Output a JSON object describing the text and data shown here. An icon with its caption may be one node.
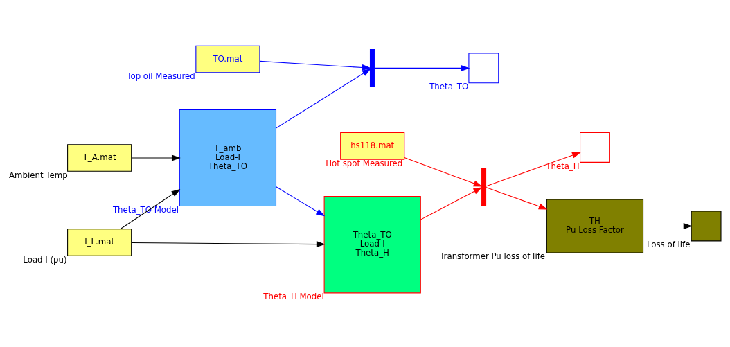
{
  "diagram": {
    "nodes": [
      {
        "text": [
          "TO.mat"
        ],
        "beside": [
          "Top oil Measured"
        ]
      },
      {
        "text": [],
        "shape": "bar"
      },
      {
        "text": [],
        "shape": "box",
        "beside": [
          "Theta_TO"
        ]
      },
      {
        "text": [
          "T_A.mat"
        ],
        "beside": [
          "Ambient Temp"
        ]
      },
      {
        "text": [
          "I_L.mat"
        ],
        "beside": [
          "Load I (pu)"
        ]
      },
      {
        "text": [
          "T_amb",
          "Load-I",
          "Theta_TO"
        ],
        "beside": [
          "Theta_TO Model"
        ]
      },
      {
        "text": [
          "Theta_TO",
          "Load-I",
          "Theta_H"
        ],
        "beside": [
          "Theta_H Model"
        ]
      },
      {
        "text": [],
        "shape": "bar"
      },
      {
        "text": [],
        "shape": "box",
        "beside": [
          "Theta_H"
        ]
      },
      {
        "text": [
          "hs118.mat"
        ],
        "beside": [
          "Hot spot Measured"
        ]
      },
      {
        "text": [
          "TH",
          "Pu Loss Factor"
        ],
        "beside": [
          "Transformer Pu loss of life"
        ]
      },
      {
        "text": [],
        "shape": "box",
        "beside": [
          "Loss of life"
        ]
      }
    ],
    "edges": [
      {
        "from": 0,
        "to": 1,
        "arrow": "to",
        "color": "#0000ff"
      },
      {
        "from": 5,
        "to": 1,
        "arrow": "to",
        "color": "#0000ff"
      },
      {
        "from": 1,
        "to": 2,
        "arrow": "to",
        "color": "#0000ff"
      },
      {
        "from": 3,
        "to": 5,
        "arrow": "to",
        "color": "#000000"
      },
      {
        "from": 4,
        "to": 5,
        "arrow": "to",
        "color": "#000000"
      },
      {
        "from": 4,
        "to": 6,
        "arrow": "to",
        "color": "#000000"
      },
      {
        "from": 5,
        "to": 6,
        "arrow": "to",
        "color": "#0000ff"
      },
      {
        "from": 6,
        "to": 7,
        "arrow": "to",
        "color": "#ff0000"
      },
      {
        "from": 9,
        "to": 7,
        "arrow": "to",
        "color": "#ff0000"
      },
      {
        "from": 7,
        "to": 8,
        "arrow": "to",
        "color": "#ff0000"
      },
      {
        "from": 7,
        "to": 10,
        "arrow": "to",
        "color": "#ff0000"
      },
      {
        "from": 10,
        "to": 11,
        "arrow": "to",
        "color": "#000000"
      }
    ]
  }
}
